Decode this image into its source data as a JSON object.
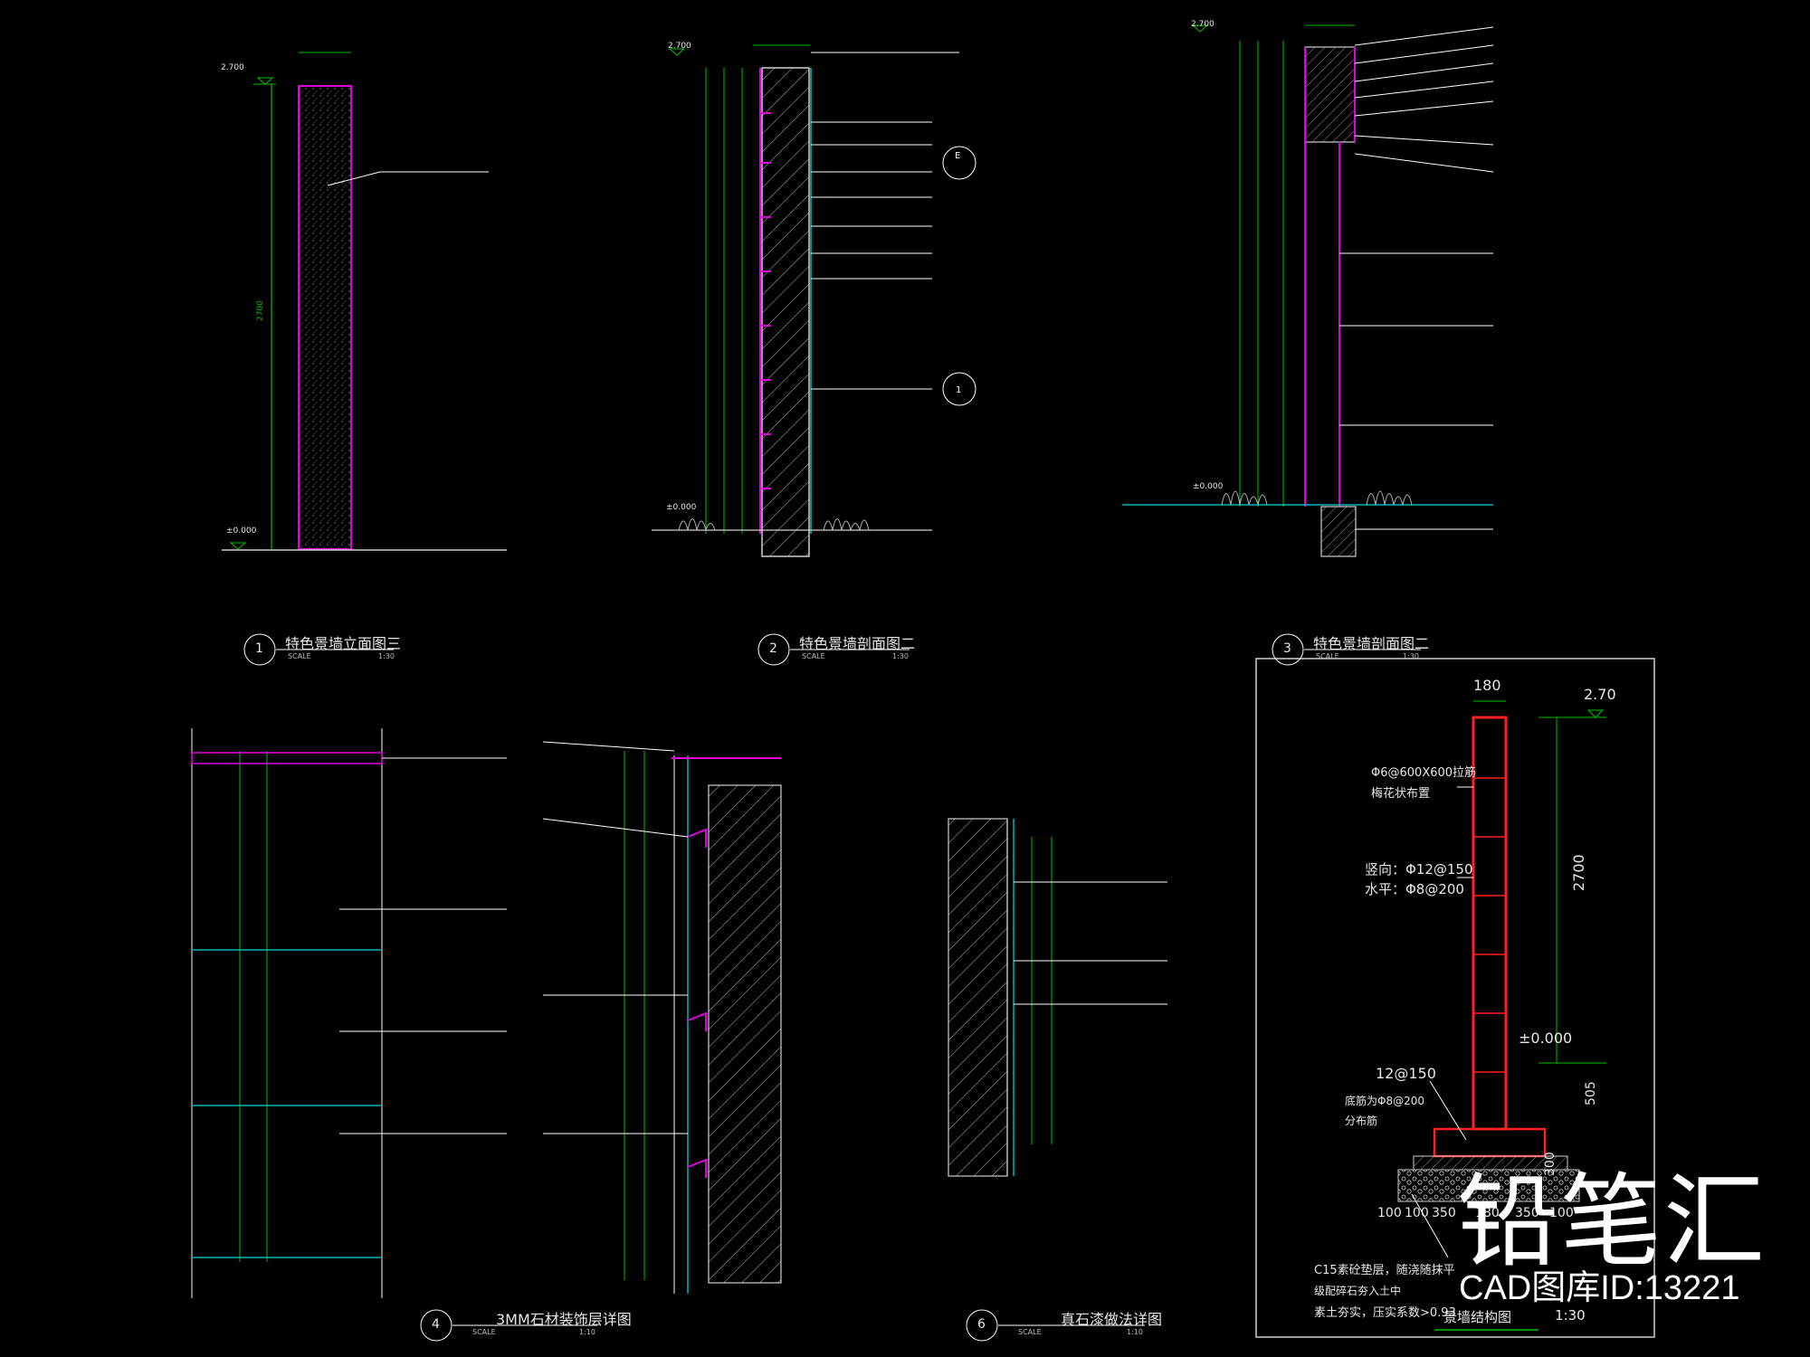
{
  "details": [
    {
      "number": "1",
      "title": "特色景墙立面图三",
      "scale_label": "SCALE",
      "scale": "1:30"
    },
    {
      "number": "2",
      "title": "特色景墙剖面图二",
      "scale_label": "SCALE",
      "scale": "1:30"
    },
    {
      "number": "3",
      "title": "特色景墙剖面图二",
      "scale_label": "SCALE",
      "scale": "1:30"
    },
    {
      "number": "4",
      "title": "3MM石材装饰层详图",
      "scale_label": "SCALE",
      "scale": "1:10"
    },
    {
      "number": "6",
      "title": "真石漆做法详图",
      "scale_label": "SCALE",
      "scale": "1:10"
    }
  ],
  "structure": {
    "title": "景墙结构图",
    "scale": "1:30",
    "width_dim": "180",
    "top_level": "2.70",
    "height_dim": "2700",
    "ground_level": "±0.000",
    "footing_dim": "505",
    "footing_depth": "300",
    "rebar_mesh": "Φ6@600X600拉筋",
    "rebar_mesh_2": "梅花状布置",
    "rebar_vertical": "竖向：Φ12@150",
    "rebar_horizontal": "水平：Φ8@200",
    "rebar_base": "12@150",
    "rebar_base_2": "底筋为Φ8@200",
    "rebar_base_3": "分布筋",
    "base_dims": [
      "100",
      "100",
      "350",
      "180",
      "350",
      "100"
    ],
    "note_1": "C15素砼垫层，随浇随抹平",
    "note_2": "级配碎石夯入土中",
    "note_3": "素土夯实，压实系数>0.93"
  },
  "levels": {
    "top": "2.700",
    "bottom": "±0.000",
    "ref_e": "E",
    "ref_1": "1"
  },
  "watermark": {
    "brand": "铅笔汇",
    "id_text": "CAD图库ID:13221"
  },
  "colors": {
    "background": "#000000",
    "dimension": "#00c000",
    "wall_outline": "#e000e0",
    "annotation": "#ffffff",
    "ground": "#00b4b4",
    "rebar": "#ff2020",
    "frame": "#cfcfcf"
  }
}
